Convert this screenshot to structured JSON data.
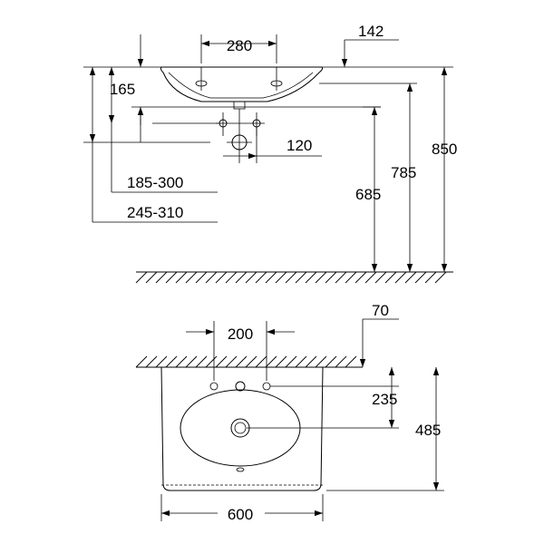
{
  "side_view": {
    "dim_280": "280",
    "dim_142": "142",
    "dim_165": "165",
    "dim_120": "120",
    "dim_185_300": "185-300",
    "dim_245_310": "245-310",
    "dim_850": "850",
    "dim_785": "785",
    "dim_685": "685"
  },
  "top_view": {
    "dim_200": "200",
    "dim_70": "70",
    "dim_235": "235",
    "dim_485": "485",
    "dim_600": "600"
  }
}
